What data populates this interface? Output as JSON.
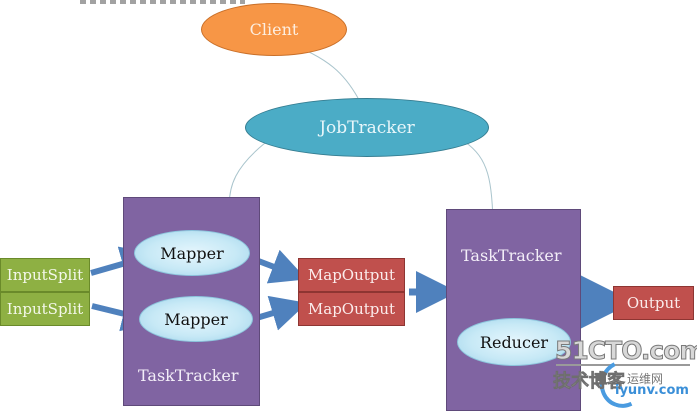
{
  "diagram": {
    "title_cropped": "",
    "client": {
      "label": "Client"
    },
    "jobtracker": {
      "label": "JobTracker"
    },
    "map_tasktracker": {
      "label": "TaskTracker",
      "mappers": [
        {
          "label": "Mapper"
        },
        {
          "label": "Mapper"
        }
      ]
    },
    "input_splits": [
      {
        "label": "InputSplit"
      },
      {
        "label": "InputSplit"
      }
    ],
    "map_outputs": [
      {
        "label": "MapOutput"
      },
      {
        "label": "MapOutput"
      }
    ],
    "reduce_tasktracker": {
      "label": "TaskTracker",
      "reducer": {
        "label": "Reducer"
      }
    },
    "output": {
      "label": "Output"
    },
    "colors": {
      "client": "#f79646",
      "jobtracker": "#4bacc6",
      "tasktracker": "#8064a2",
      "inputsplit": "#8eb043",
      "mapoutput": "#c0504d",
      "arrow": "#4f81bd",
      "connector": "#a9c4cc"
    }
  },
  "watermark": {
    "brand": "51CTO.com",
    "subtitle": "技术博客",
    "site_cn": "运维网",
    "site": "iyunv.com"
  }
}
